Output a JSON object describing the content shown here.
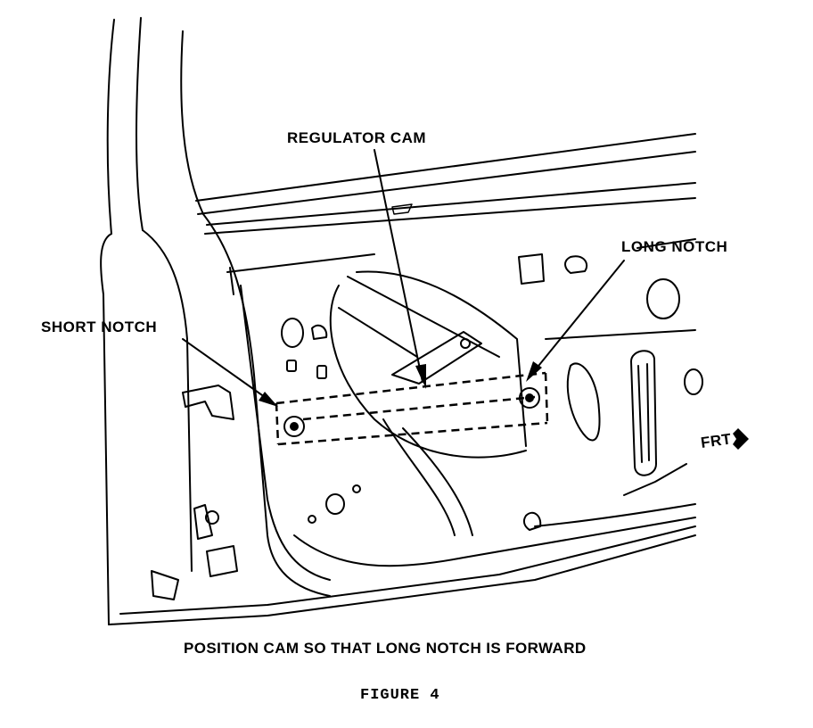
{
  "labels": {
    "regulator_cam": "REGULATOR CAM",
    "long_notch": "LONG NOTCH",
    "short_notch": "SHORT NOTCH",
    "front_indicator": "FRT"
  },
  "caption": "POSITION CAM SO THAT LONG NOTCH IS FORWARD",
  "figure_number": "FIGURE 4"
}
